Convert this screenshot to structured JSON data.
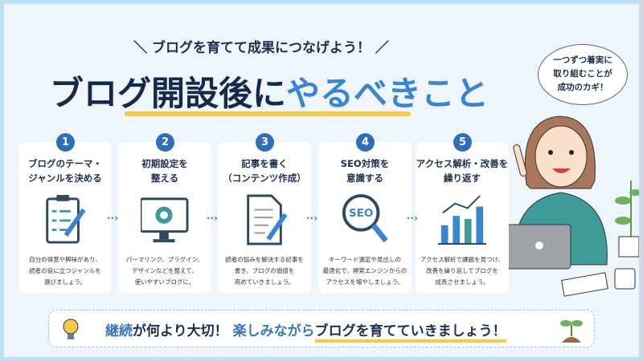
{
  "header": {
    "subtitle": "＼ ブログを育てて成果につなげよう！ ／",
    "title_part1": "ブログ開設後に",
    "title_part2": "やるべきこと"
  },
  "bubble": {
    "lines": [
      "一つずつ着実に",
      "取り組むことが",
      "成功のカギ！"
    ]
  },
  "steps": [
    {
      "number": "1",
      "title": [
        "ブログのテーマ・",
        "ジャンルを決める"
      ],
      "icon": "clipboard-checklist-icon",
      "desc": [
        "自分の得意や興味があり、",
        "読者の役に立つジャンルを",
        "選びましょう。"
      ]
    },
    {
      "number": "2",
      "title": [
        "初期設定を",
        "整える"
      ],
      "icon": "monitor-gear-icon",
      "desc": [
        "パーマリンク、プラグイン、",
        "デザインなどを整えて、",
        "使いやすいブログに。"
      ]
    },
    {
      "number": "3",
      "title": [
        "記事を書く",
        "（コンテンツ作成）"
      ],
      "icon": "document-pencil-icon",
      "desc": [
        "読者の悩みを解決する記事を",
        "書き、ブログの価値を",
        "高めていきましょう。"
      ]
    },
    {
      "number": "4",
      "title": [
        "SEO対策を",
        "意識する"
      ],
      "icon": "magnifier-seo-icon",
      "icon_text": "SEO",
      "desc": [
        "キーワード選定や見出しの",
        "最適化で、検索エンジンからの",
        "アクセスを増やしましょう。"
      ]
    },
    {
      "number": "5",
      "title": [
        "アクセス解析・改善を",
        "繰り返す"
      ],
      "icon": "bar-chart-icon",
      "desc": [
        "アクセス解析で課題を見つけ、",
        "改善を繰り返してブログを",
        "成長させましょう。"
      ]
    }
  ],
  "banner": {
    "part1": "継続",
    "part2": "が何より大切！ ",
    "part3": "楽しみながら",
    "part4": "ブログを育てていきましょう！"
  },
  "colors": {
    "accent": "#3a84d0",
    "navy": "#15294a",
    "yellow": "#f7c948",
    "teal": "#3f9a9a"
  }
}
